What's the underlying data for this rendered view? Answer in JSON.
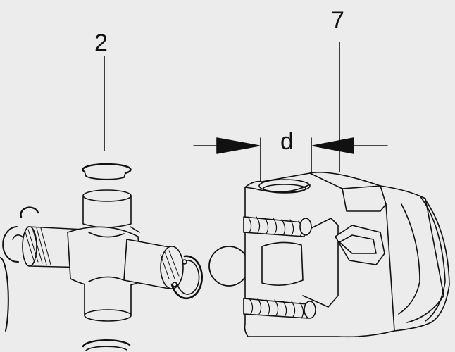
{
  "diagram": {
    "callouts": {
      "part_2": "2",
      "part_7": "7",
      "dimension": "d"
    },
    "colors": {
      "background": "#ececec",
      "line": "#111111",
      "fill": "#ececec"
    }
  }
}
